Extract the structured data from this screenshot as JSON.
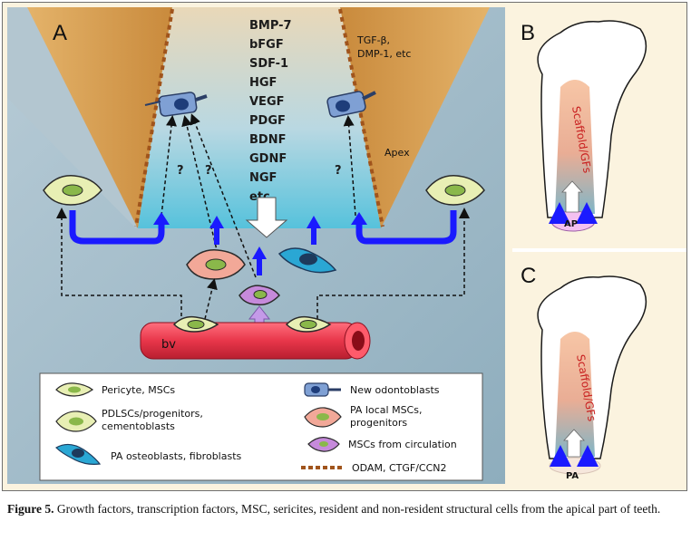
{
  "panels": {
    "a": "A",
    "b": "B",
    "c": "C"
  },
  "growth_factors": [
    "BMP-7",
    "bFGF",
    "SDF-1",
    "HGF",
    "VEGF",
    "PDGF",
    "BDNF",
    "GDNF",
    "NGF",
    "etc"
  ],
  "tgf_label": [
    "TGF-β,",
    "DMP-1, etc"
  ],
  "apex_label": "Apex",
  "question_mark": "?",
  "bv_label": "bv",
  "scaffold_label": "Scaffold/GFs",
  "ap_label": "AP",
  "pa_label": "PA",
  "legend": {
    "pericyte": "Pericyte, MSCs",
    "pdlsc_line1": "PDLSCs/progenitors,",
    "pdlsc_line2": "cementoblasts",
    "pa_osteoblasts": "PA osteoblasts, fibroblasts",
    "new_odontoblasts": "New odontoblasts",
    "pa_local_line1": "PA local  MSCs,",
    "pa_local_line2": "progenitors",
    "msc_circulation": "MSCs from circulation",
    "odam": "ODAM, CTGF/CCN2"
  },
  "caption": {
    "label": "Figure 5.",
    "text": " Growth factors, transcription factors, MSC, sericites, resident and non-resident structural cells from the apical part of teeth."
  },
  "colors": {
    "panel_bg": "#9eb8c6",
    "dentin": "#d9a25a",
    "bv": "#e8364a",
    "arrow_blue": "#1a1aff",
    "pericyte": "#e8efb4",
    "local_msc": "#f2a898",
    "osteoblast": "#2aa7d4",
    "circulating": "#c68adb",
    "odontoblast": "#7fa0d4",
    "tooth_bg": "#fbf3df"
  }
}
